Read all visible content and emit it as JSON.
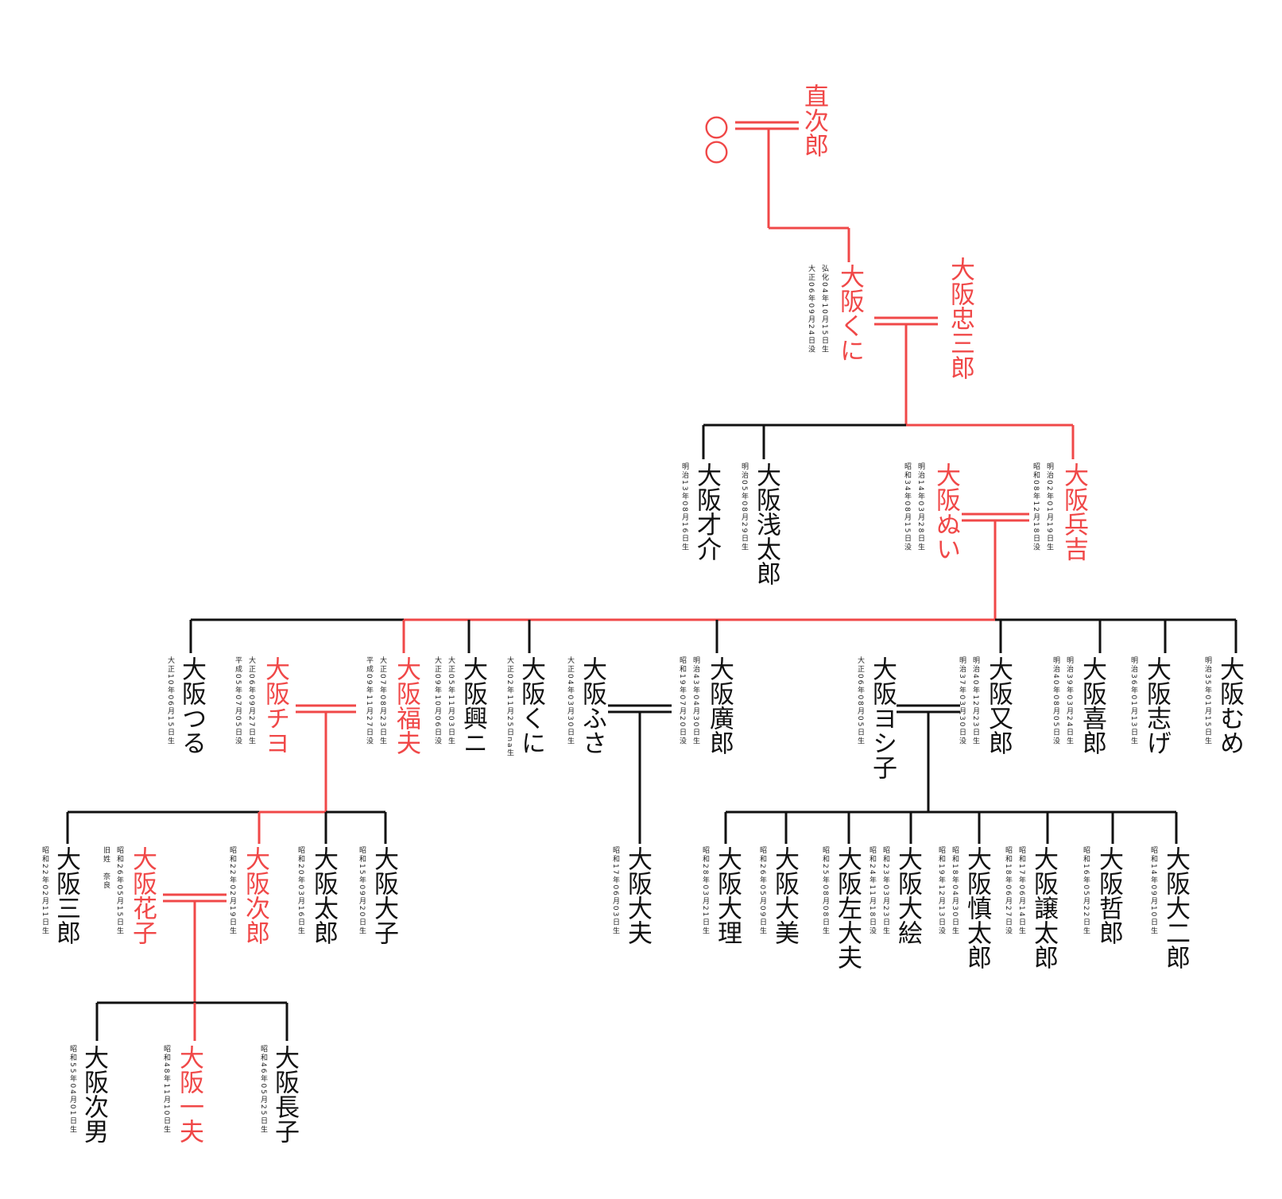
{
  "colors": {
    "line_black": "#111111",
    "line_red": "#f04848",
    "name_red": "#f04848",
    "name_black": "#111111"
  },
  "people": {
    "naojiro": {
      "name": "直次郎",
      "red": true
    },
    "maru": {
      "name": "〇〇",
      "red": true
    },
    "kuni1": {
      "name": "大阪くに",
      "red": true,
      "dates": [
        "弘化04年10月15日生",
        "大正06年09月24日没"
      ]
    },
    "chusaburo": {
      "name": "大阪忠三郎",
      "red": true
    },
    "saisuke": {
      "name": "大阪才介",
      "dates": [
        "明治13年08月16日生"
      ]
    },
    "asataro": {
      "name": "大阪浅太郎",
      "dates": [
        "明治05年08月29日生"
      ]
    },
    "nui": {
      "name": "大阪ぬい",
      "red": true,
      "dates": [
        "明治14年03月28日生",
        "昭和34年08月15日没"
      ]
    },
    "hyokichi": {
      "name": "大阪兵吉",
      "red": true,
      "dates": [
        "明治02年01月19日生",
        "昭和08年12月18日没"
      ]
    },
    "tsuru": {
      "name": "大阪つる",
      "dates": [
        "大正10年06月15日生"
      ]
    },
    "chiyo": {
      "name": "大阪チヨ",
      "red": true,
      "dates": [
        "大正06年09月27日生",
        "平成05年07月05日没"
      ]
    },
    "fukuo": {
      "name": "大阪福夫",
      "red": true,
      "dates": [
        "大正07年08月23日生",
        "平成09年11月27日没"
      ]
    },
    "koji": {
      "name": "大阪興ニ",
      "dates": [
        "大正05年11月03日生",
        "大正09年10月06日没"
      ]
    },
    "kuni2": {
      "name": "大阪くに",
      "dates": [
        "大正02年11月25日na生"
      ]
    },
    "fusa": {
      "name": "大阪ふさ",
      "dates": [
        "大正04年03月30日生"
      ]
    },
    "hiroro": {
      "name": "大阪廣郎",
      "dates": [
        "明治43年04月30日生",
        "昭和19年07月20日没"
      ]
    },
    "yoshiko": {
      "name": "大阪ヨシ子",
      "dates": [
        "大正06年08月05日生"
      ]
    },
    "mataro": {
      "name": "大阪又郎",
      "dates": [
        "明治40年12月23日生",
        "明治37年03月30日没"
      ]
    },
    "kiro": {
      "name": "大阪喜郎",
      "dates": [
        "明治39年03月24日生",
        "明治40年08月05日没"
      ]
    },
    "shige": {
      "name": "大阪志げ",
      "dates": [
        "明治36年01月13日生"
      ]
    },
    "mume": {
      "name": "大阪むめ",
      "dates": [
        "明治35年01月15日生"
      ]
    },
    "saburo": {
      "name": "大阪三郎",
      "dates": [
        "昭和22年02月11日生"
      ]
    },
    "hanako": {
      "name": "大阪花子",
      "red": true,
      "dates": [
        "昭和26年05月15日生",
        "旧姓　奈良"
      ]
    },
    "jiro": {
      "name": "大阪次郎",
      "red": true,
      "dates": [
        "昭和22年02月19日生"
      ]
    },
    "taro": {
      "name": "大阪太郎",
      "dates": [
        "昭和20年03月16日生"
      ]
    },
    "taiko": {
      "name": "大阪大子",
      "dates": [
        "昭和15年09月20日生"
      ]
    },
    "daibu": {
      "name": "大阪大夫",
      "dates": [
        "昭和17年06月03日生"
      ]
    },
    "dairi": {
      "name": "大阪大理",
      "dates": [
        "昭和28年03月21日生"
      ]
    },
    "daimi": {
      "name": "大阪大美",
      "dates": [
        "昭和26年05月09日生"
      ]
    },
    "sadaibu": {
      "name": "大阪左大夫",
      "dates": [
        "昭和25年08月08日生"
      ]
    },
    "daie": {
      "name": "大阪大絵",
      "dates": [
        "昭和23年03月23日生",
        "昭和24年11月18日没"
      ]
    },
    "shintaro": {
      "name": "大阪慎太郎",
      "dates": [
        "昭和18年04月30日生",
        "昭和19年12月13日没"
      ]
    },
    "jotaro": {
      "name": "大阪譲太郎",
      "dates": [
        "昭和17年06月14日生",
        "昭和18年06月27日没"
      ]
    },
    "tetsuro": {
      "name": "大阪哲郎",
      "dates": [
        "昭和16年05月22日生"
      ]
    },
    "daijiro": {
      "name": "大阪大二郎",
      "dates": [
        "昭和14年09月10日生"
      ]
    },
    "jio": {
      "name": "大阪次男",
      "dates": [
        "昭和55年04月01日生"
      ]
    },
    "kazuo": {
      "name": "大阪一夫",
      "red": true,
      "dates": [
        "昭和48年11月10日生"
      ]
    },
    "choko": {
      "name": "大阪長子",
      "dates": [
        "昭和46年05月25日生"
      ]
    }
  }
}
